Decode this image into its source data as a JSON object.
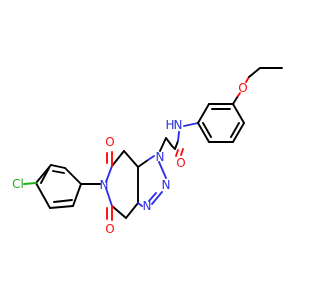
{
  "molecule": {
    "atoms": {
      "cl": "Cl",
      "n_imide": "N",
      "o_top": "O",
      "o_bottom": "O",
      "n1_triazole": "N",
      "n2_triazole": "N",
      "n3_triazole": "N",
      "o_amide": "O",
      "n_amide": "N",
      "h_amide": "H",
      "o_ether": "O"
    },
    "colors": {
      "carbon": "#000000",
      "nitrogen": "#2f2fe6",
      "oxygen": "#ff0d0d",
      "chlorine": "#1fb01f"
    }
  }
}
